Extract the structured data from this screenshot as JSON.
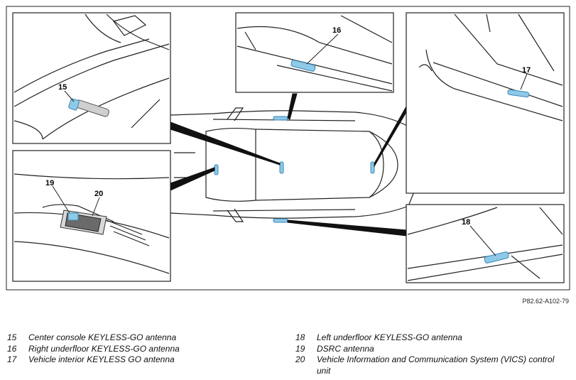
{
  "figure_ref": "P82.62-A102-79",
  "callouts": {
    "c15": "15",
    "c16": "16",
    "c17": "17",
    "c18": "18",
    "c19": "19",
    "c20": "20"
  },
  "legend": [
    {
      "num": "15",
      "text": "Center console KEYLESS-GO antenna"
    },
    {
      "num": "16",
      "text": "Right underfloor KEYLESS-GO antenna"
    },
    {
      "num": "17",
      "text": "Vehicle interior KEYLESS GO antenna"
    },
    {
      "num": "18",
      "text": "Left underfloor KEYLESS-GO antenna"
    },
    {
      "num": "19",
      "text": "DSRC antenna"
    },
    {
      "num": "20",
      "text": "Vehicle Information and Communication System (VICS) control unit"
    }
  ],
  "colors": {
    "antenna_fill": "#8ec9e8",
    "antenna_stroke": "#3a87b8",
    "line": "#222222"
  }
}
